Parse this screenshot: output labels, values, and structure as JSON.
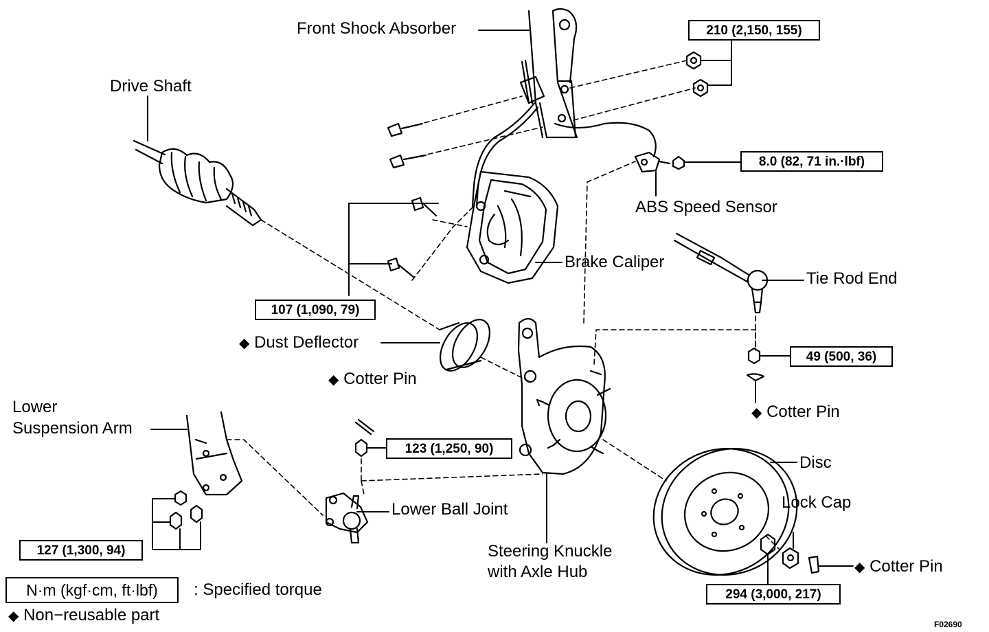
{
  "labels": {
    "front_shock_absorber": "Front Shock Absorber",
    "drive_shaft": "Drive Shaft",
    "abs_speed_sensor": "ABS Speed Sensor",
    "brake_caliper": "Brake Caliper",
    "tie_rod_end": "Tie Rod End",
    "dust_deflector": "Dust Deflector",
    "cotter_pin": "Cotter Pin",
    "lower_suspension_arm_line1": "Lower",
    "lower_suspension_arm_line2": "Suspension Arm",
    "lower_ball_joint": "Lower Ball Joint",
    "disc": "Disc",
    "lock_cap": "Lock Cap",
    "steering_knuckle_line1": "Steering Knuckle",
    "steering_knuckle_line2": "with Axle Hub"
  },
  "torques": {
    "shock_nuts": "210 (2,150, 155)",
    "abs_sensor": "8.0 (82, 71 in.·lbf)",
    "caliper_bolts": "107 (1,090, 79)",
    "tie_rod_nut": "49 (500, 36)",
    "ball_joint_nut": "123 (1,250, 90)",
    "arm_bolts": "127 (1,300, 94)",
    "hub_nut": "294 (3,000, 217)"
  },
  "legend": {
    "unit_box": "N·m (kgf·cm, ft·lbf)",
    "unit_desc": ": Specified torque",
    "non_reusable": "Non−reusable part",
    "diamond": "◆"
  },
  "figure_code": "F02690"
}
